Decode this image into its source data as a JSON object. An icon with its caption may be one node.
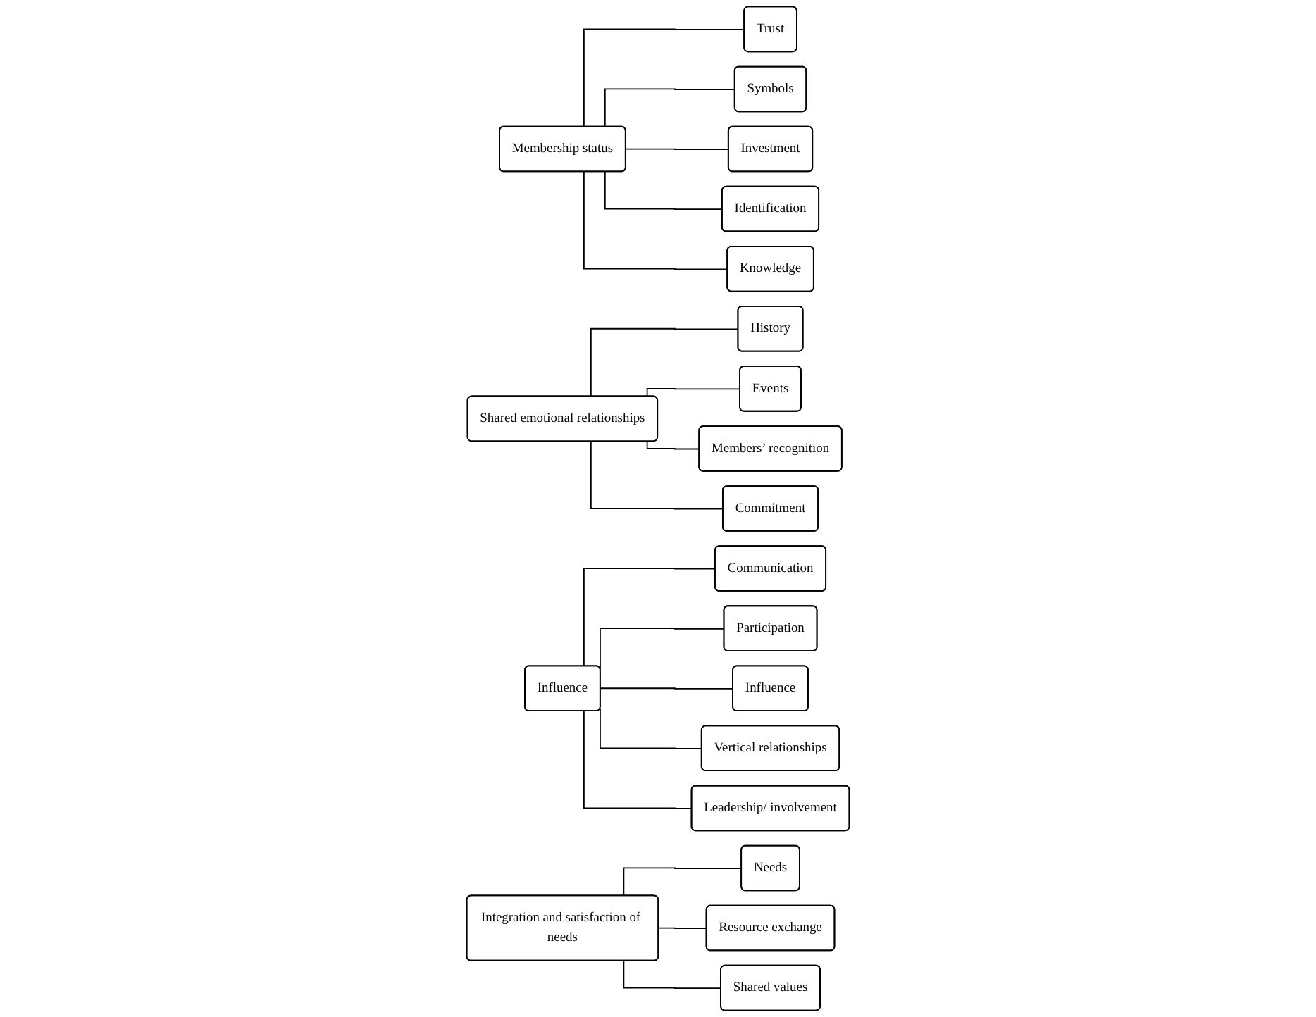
{
  "diagram": {
    "nodes": [
      {
        "text": [
          "Membership status"
        ]
      },
      {
        "text": [
          "Trust"
        ]
      },
      {
        "text": [
          "Symbols"
        ]
      },
      {
        "text": [
          "Investment"
        ]
      },
      {
        "text": [
          "Identification"
        ]
      },
      {
        "text": [
          "Knowledge"
        ]
      },
      {
        "text": [
          "Shared emotional relationships"
        ]
      },
      {
        "text": [
          "History"
        ]
      },
      {
        "text": [
          "Events"
        ]
      },
      {
        "text": [
          "Members’ recognition"
        ]
      },
      {
        "text": [
          "Commitment"
        ]
      },
      {
        "text": [
          "Influence"
        ]
      },
      {
        "text": [
          "Communication"
        ]
      },
      {
        "text": [
          "Participation"
        ]
      },
      {
        "text": [
          "Influence"
        ]
      },
      {
        "text": [
          "Vertical relationships"
        ]
      },
      {
        "text": [
          "Leadership/ involvement"
        ]
      },
      {
        "text": [
          "Integration and satisfaction of needs"
        ]
      },
      {
        "text": [
          "Needs"
        ]
      },
      {
        "text": [
          "Resource exchange"
        ]
      },
      {
        "text": [
          "Shared values"
        ]
      }
    ],
    "edges": [
      {
        "from": 0,
        "to": 1,
        "arrow": "none"
      },
      {
        "from": 0,
        "to": 2,
        "arrow": "none"
      },
      {
        "from": 0,
        "to": 3,
        "arrow": "none"
      },
      {
        "from": 0,
        "to": 4,
        "arrow": "none"
      },
      {
        "from": 0,
        "to": 5,
        "arrow": "none"
      },
      {
        "from": 6,
        "to": 7,
        "arrow": "none"
      },
      {
        "from": 6,
        "to": 8,
        "arrow": "none"
      },
      {
        "from": 6,
        "to": 9,
        "arrow": "none"
      },
      {
        "from": 6,
        "to": 10,
        "arrow": "none"
      },
      {
        "from": 11,
        "to": 12,
        "arrow": "none"
      },
      {
        "from": 11,
        "to": 13,
        "arrow": "none"
      },
      {
        "from": 11,
        "to": 14,
        "arrow": "none"
      },
      {
        "from": 11,
        "to": 15,
        "arrow": "none"
      },
      {
        "from": 11,
        "to": 16,
        "arrow": "none"
      },
      {
        "from": 17,
        "to": 18,
        "arrow": "none"
      },
      {
        "from": 17,
        "to": 19,
        "arrow": "none"
      },
      {
        "from": 17,
        "to": 20,
        "arrow": "none"
      }
    ]
  }
}
